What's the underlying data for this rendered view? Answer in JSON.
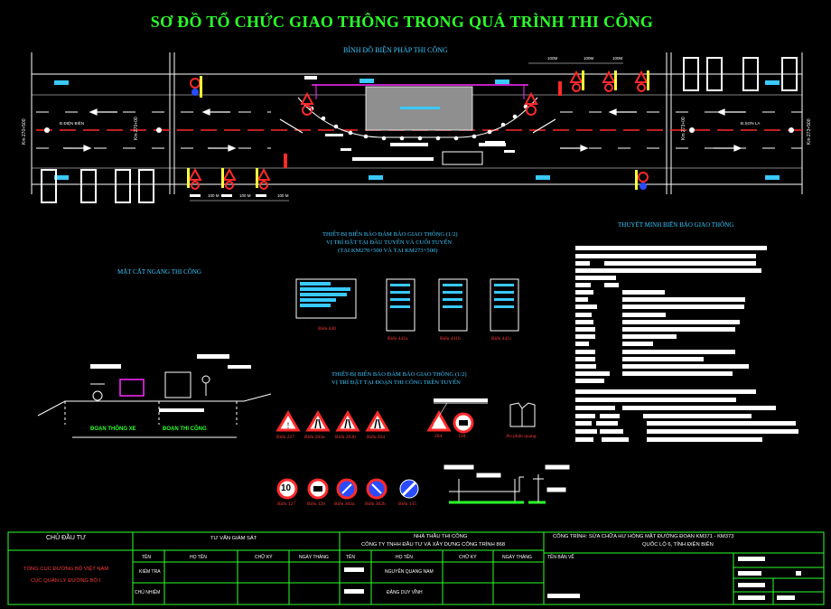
{
  "title": "SƠ ĐỒ TỔ CHỨC GIAO THÔNG TRONG QUÁ TRÌNH THI CÔNG",
  "plan_title": "BÌNH ĐỒ BIỆN PHÁP THI CÔNG",
  "dim_labels": {
    "top": [
      "100M",
      "100M",
      "100M"
    ],
    "bottom": [
      "100 M",
      "100 M",
      "100 M"
    ]
  },
  "road_labels": {
    "left_dir": "Đ.ĐIỆN BIÊN",
    "right_dir": "Đ.SƠN LA",
    "km_left_1": "Km 270+500",
    "km_left_2": "Km 270+00",
    "km_right_1": "Km 273+00",
    "km_right_2": "Km 273+500"
  },
  "section_title": "MẶT CẮT NGANG THI CÔNG",
  "section_labels": {
    "traffic": "ĐOẠN THÔNG XE",
    "construction": "ĐOẠN THI CÔNG"
  },
  "signs_block1": {
    "line1": "THIẾT-BỊ BIỂN BÁO ĐẢM BẢO GIAO THÔNG (1/2)",
    "line2": "VỊ TRÍ ĐẶT TẠI ĐẦU TUYẾN VÀ CUỐI TUYẾN",
    "line3": "(TẠI KM270+500 VÀ TẠI KM273+500)",
    "labels": [
      "Biển 440",
      "Biển 441a",
      "Biển 441b",
      "Biển 441c"
    ]
  },
  "signs_block2": {
    "line1": "THIẾT-BỊ BIỂN BÁO ĐẢM BẢO GIAO THÔNG (1/2)",
    "line2": "VỊ TRÍ ĐẶT TẠI ĐOẠN THI CÔNG TRÊN TUYẾN",
    "warning_labels": [
      "Biển 227",
      "Biển 203a",
      "Biển 203b",
      "Biển 204"
    ],
    "small_labels": [
      "204",
      "128"
    ],
    "vest_label": "Áo phản quang",
    "prohibit_labels": [
      "Biển 127",
      "Biển 128",
      "Biển 302a",
      "Biển 302b",
      "Biển 135"
    ],
    "speed_value": "10"
  },
  "notes_title": "THUYẾT MINH BIỂN BÁO GIAO THÔNG",
  "footer": {
    "owner_header": "CHỦ ĐẦU TƯ",
    "owner_name1": "TỔNG CỤC ĐƯỜNG BỘ VIỆT NAM",
    "owner_name2": "CỤC QUẢN LÝ ĐƯỜNG BỘ I",
    "supervisor_header": "TƯ VẤN GIÁM SÁT",
    "contractor_header1": "NHÀ THẦU THI CÔNG",
    "contractor_header2": "CÔNG TY TNHH ĐẦU TƯ VÀ XÂY DỰNG CÔNG TRÌNH 868",
    "project1": "CÔNG TRÌNH: SỬA CHỮA HƯ HỎNG MẶT ĐƯỜNG ĐOẠN KM371 - KM373",
    "project2": "QUỐC LỘ 6, TỈNH ĐIỆN BIÊN",
    "col_headers": [
      "TÊN",
      "HỌ TÊN",
      "CHỮ KÝ",
      "NGÀY THÁNG"
    ],
    "row_labels": [
      "KIỂM TRA",
      "CHỦ NHIỆM"
    ],
    "person1": "NGUYỄN QUANG NAM",
    "person2": "ĐẶNG DUY VĨNH",
    "drawing_name_label": "TÊN BẢN VẼ"
  }
}
